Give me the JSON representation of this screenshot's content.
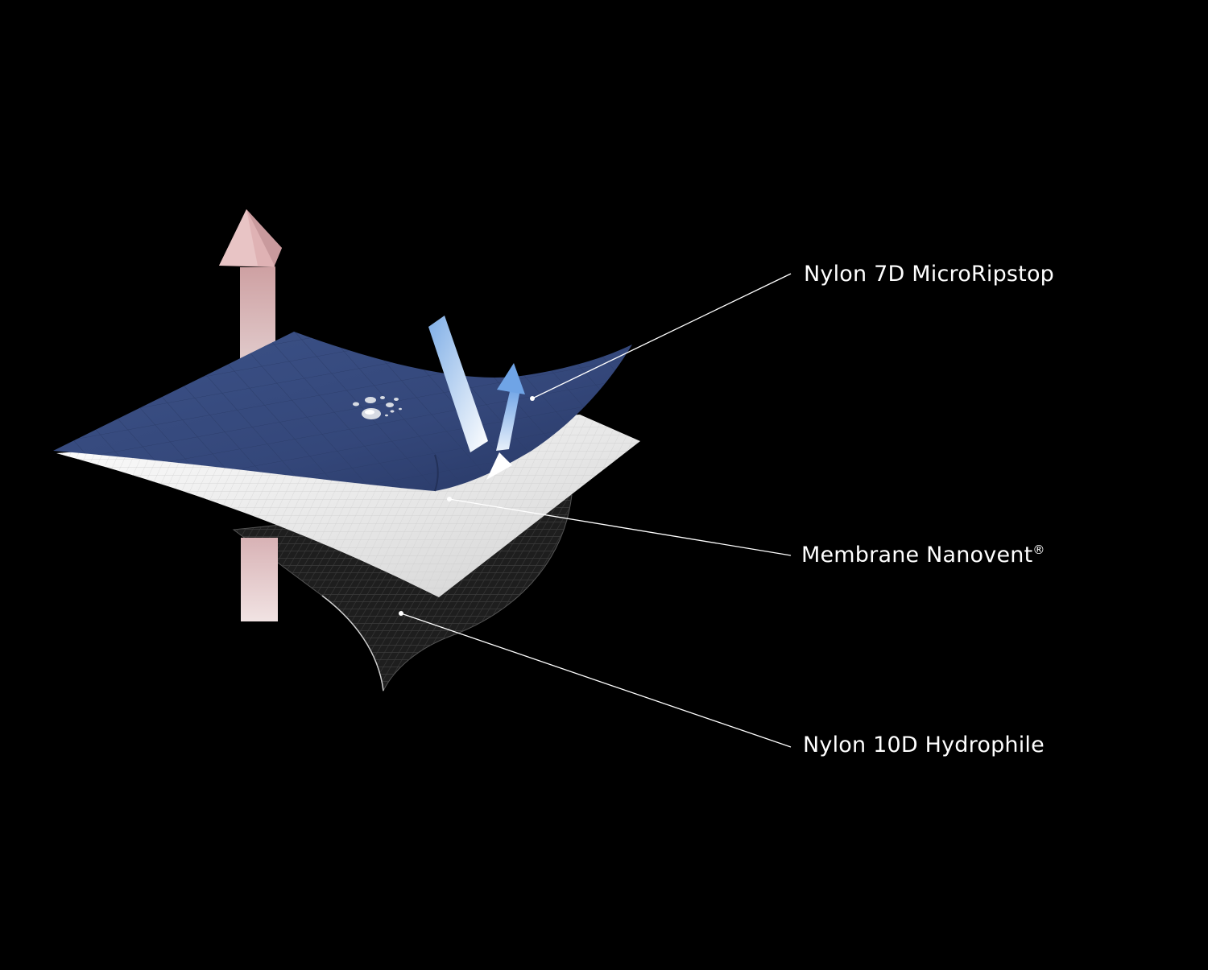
{
  "layers": [
    {
      "name": "Nylon 7D MicroRipstop",
      "color": "#34477a"
    },
    {
      "name": "Membrane Nanovent",
      "mark": "®",
      "color": "#e6e6e6"
    },
    {
      "name": "Nylon 10D Hydrophile",
      "color": "#7a7a7a"
    }
  ],
  "arrows": {
    "vapor_color": "#e8c4c4",
    "water_color": "#8fb8e8"
  },
  "icons": [
    "water-droplets-icon",
    "vapor-up-arrow-icon",
    "water-repel-arrow-icon"
  ]
}
